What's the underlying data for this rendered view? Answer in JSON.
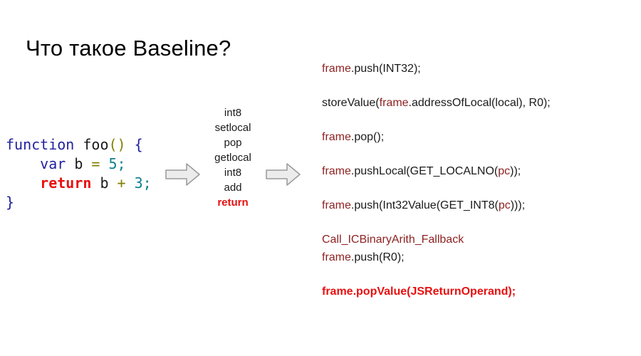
{
  "title": "Что такое Baseline?",
  "colors": {
    "background": "#ffffff",
    "keyword_blue": "#2222a0",
    "operator_olive": "#808000",
    "number_teal": "#0e7f8f",
    "maroon": "#8e2222",
    "highlight_red": "#e81010",
    "arrow_fill": "#ececec",
    "arrow_stroke": "#9a9a9a"
  },
  "js_code": {
    "lines": [
      {
        "segments": [
          {
            "text": "function",
            "cls": "keyword"
          },
          {
            "text": " foo",
            "cls": "plain"
          },
          {
            "text": "()",
            "cls": "operator"
          },
          {
            "text": " ",
            "cls": "plain"
          },
          {
            "text": "{",
            "cls": "keyword"
          }
        ]
      },
      {
        "segments": [
          {
            "text": "    ",
            "cls": "plain"
          },
          {
            "text": "var",
            "cls": "keyword"
          },
          {
            "text": " b ",
            "cls": "plain"
          },
          {
            "text": "=",
            "cls": "operator"
          },
          {
            "text": " ",
            "cls": "plain"
          },
          {
            "text": "5;",
            "cls": "number"
          }
        ]
      },
      {
        "segments": [
          {
            "text": "    ",
            "cls": "plain"
          },
          {
            "text": "return",
            "cls": "red"
          },
          {
            "text": " b ",
            "cls": "plain"
          },
          {
            "text": "+",
            "cls": "operator"
          },
          {
            "text": " ",
            "cls": "plain"
          },
          {
            "text": "3;",
            "cls": "number"
          }
        ]
      },
      {
        "segments": [
          {
            "text": "}",
            "cls": "keyword"
          }
        ]
      }
    ]
  },
  "bytecode": {
    "ops": [
      {
        "text": "int8",
        "cls": "plain"
      },
      {
        "text": "setlocal",
        "cls": "plain"
      },
      {
        "text": "pop",
        "cls": "plain"
      },
      {
        "text": "getlocal",
        "cls": "plain"
      },
      {
        "text": "int8",
        "cls": "plain"
      },
      {
        "text": "add",
        "cls": "plain"
      },
      {
        "text": "return",
        "cls": "red"
      }
    ]
  },
  "native_code": {
    "groups": [
      {
        "lines": [
          [
            {
              "text": "frame",
              "cls": "maroon"
            },
            {
              "text": ".push(INT32);",
              "cls": "plain"
            }
          ]
        ]
      },
      {
        "lines": [
          [
            {
              "text": "storeValue(",
              "cls": "plain"
            },
            {
              "text": "frame",
              "cls": "maroon"
            },
            {
              "text": ".addressOfLocal(local), R0);",
              "cls": "plain"
            }
          ]
        ]
      },
      {
        "lines": [
          [
            {
              "text": "frame",
              "cls": "maroon"
            },
            {
              "text": ".pop();",
              "cls": "plain"
            }
          ]
        ]
      },
      {
        "lines": [
          [
            {
              "text": "frame",
              "cls": "maroon"
            },
            {
              "text": ".pushLocal(GET_LOCALNO(",
              "cls": "plain"
            },
            {
              "text": "pc",
              "cls": "maroon"
            },
            {
              "text": "));",
              "cls": "plain"
            }
          ]
        ]
      },
      {
        "lines": [
          [
            {
              "text": "frame",
              "cls": "maroon"
            },
            {
              "text": ".push(Int32Value(GET_INT8(",
              "cls": "plain"
            },
            {
              "text": "pc",
              "cls": "maroon"
            },
            {
              "text": ")));",
              "cls": "plain"
            }
          ]
        ]
      },
      {
        "lines": [
          [
            {
              "text": "Call_ICBinaryArith_Fallback",
              "cls": "maroon"
            }
          ],
          [
            {
              "text": "frame",
              "cls": "maroon"
            },
            {
              "text": ".push(R0);",
              "cls": "plain"
            }
          ]
        ]
      },
      {
        "lines": [
          [
            {
              "text": "frame.popValue(JSReturnOperand);",
              "cls": "red"
            }
          ]
        ]
      }
    ]
  }
}
